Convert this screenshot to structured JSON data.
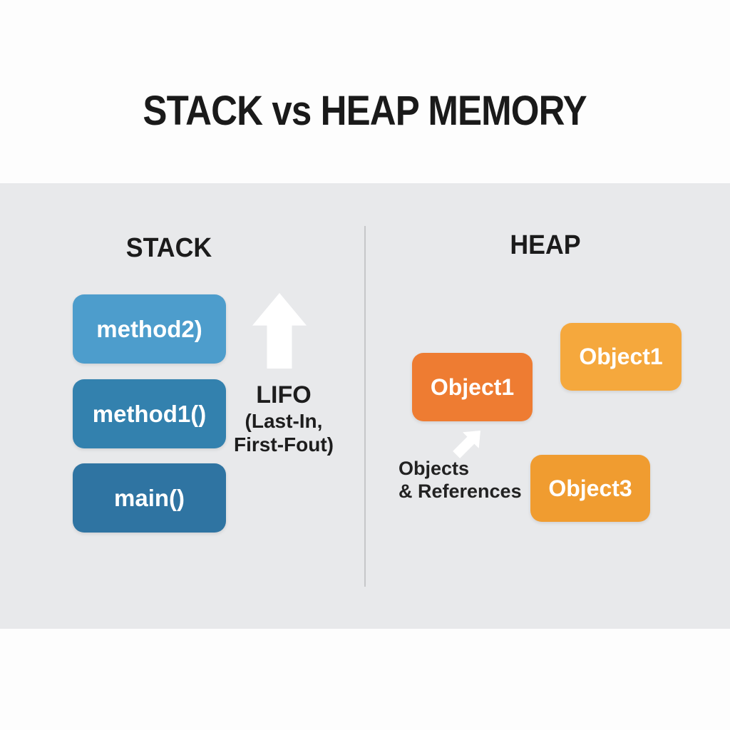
{
  "title": "STACK vs HEAP MEMORY",
  "panel": {
    "background_color": "#e8e9eb",
    "divider_color": "#c6c7c9"
  },
  "stack": {
    "heading": "STACK",
    "frames": [
      {
        "label": "method2)",
        "color": "#4d9dcc"
      },
      {
        "label": "method1()",
        "color": "#3381ae"
      },
      {
        "label": "main()",
        "color": "#2f74a2"
      }
    ],
    "lifo": {
      "acronym": "LIFO",
      "sub_line1": "(Last-In,",
      "sub_line2": "First-Fout)"
    },
    "arrow_icon": "up-arrow",
    "arrow_color": "#ffffff"
  },
  "heap": {
    "heading": "HEAP",
    "objects": [
      {
        "label": "Object1",
        "color": "#ee7c32"
      },
      {
        "label": "Object1",
        "color": "#f5a83d"
      },
      {
        "label": "Object3",
        "color": "#f09c30"
      }
    ],
    "annotation": {
      "line1": "Objects",
      "line2": "& References"
    },
    "arrow_icon": "diagonal-up-right-arrow",
    "arrow_color": "#ffffff"
  }
}
